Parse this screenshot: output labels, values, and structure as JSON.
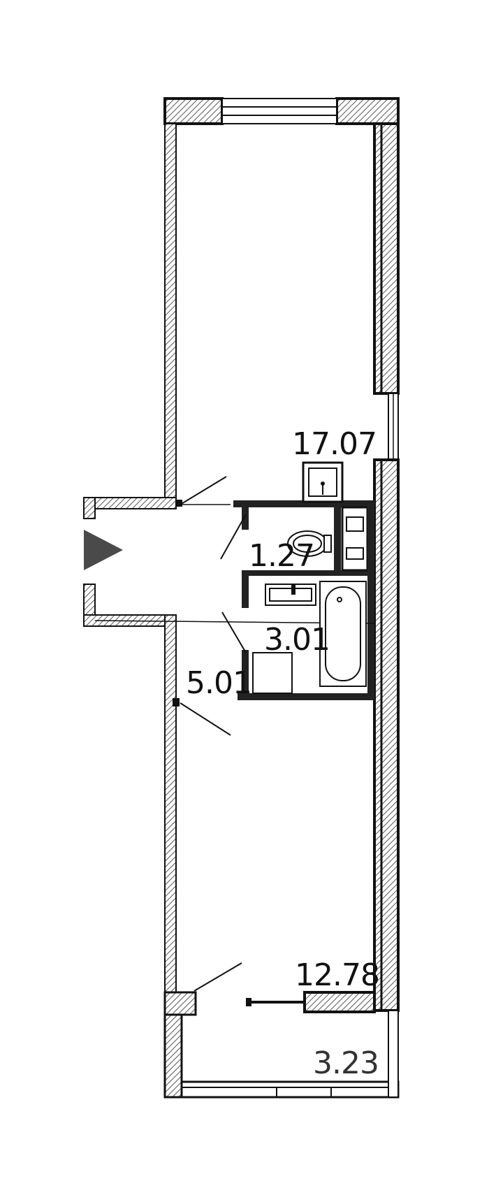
{
  "plan": {
    "colors": {
      "wall": "#111111",
      "hatch": "#555555",
      "entrance_arrow": "#4a4a4a",
      "background": "#ffffff"
    },
    "rooms": {
      "room_top": {
        "area": "17.07"
      },
      "toilet": {
        "area": "1.27"
      },
      "bathroom": {
        "area": "3.01"
      },
      "hallway": {
        "area": "5.01"
      },
      "room_bottom": {
        "area": "12.78"
      },
      "balcony": {
        "area": "3.23"
      }
    },
    "fixtures": [
      "entrance-arrow-icon",
      "toilet-icon",
      "washbasin-icon",
      "bathtub-icon",
      "kitchen-sink-icon",
      "washing-machine-icon"
    ]
  }
}
